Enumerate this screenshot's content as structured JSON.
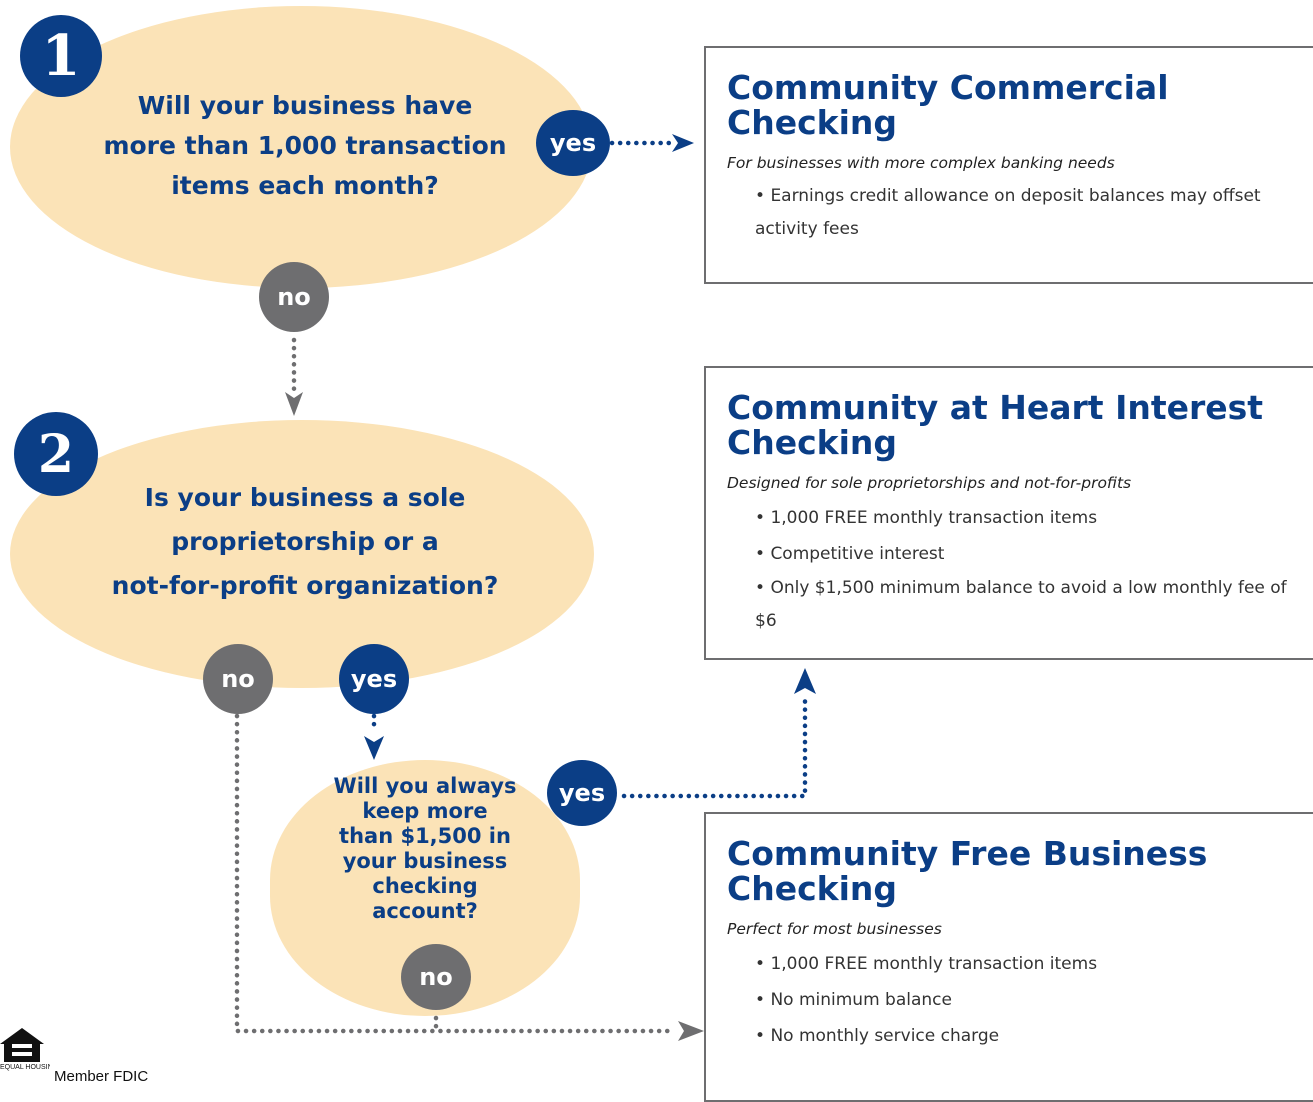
{
  "step1": {
    "number": "1",
    "question_lines": [
      "Will your business have",
      "more than 1,000 transaction",
      "items each month?"
    ],
    "yes": "yes",
    "no": "no"
  },
  "step2": {
    "number": "2",
    "question_lines": [
      "Is your business a sole",
      "proprietorship or a",
      "not-for-profit organization?"
    ],
    "no": "no",
    "yes": "yes"
  },
  "step3": {
    "question_lines": [
      "Will you always",
      "keep more",
      "than $1,500 in",
      "your business",
      "checking",
      "account?"
    ],
    "yes": "yes",
    "no": "no"
  },
  "accounts": [
    {
      "title": "Community Commercial Checking",
      "subtitle": "For businesses with more complex banking needs",
      "bullets": [
        "Earnings credit allowance on deposit balances may offset activity fees"
      ]
    },
    {
      "title": "Community at Heart Interest Checking",
      "subtitle": "Designed for sole proprietorships and not-for-profits",
      "bullets": [
        "1,000 FREE monthly transaction items",
        "Competitive interest",
        "Only $1,500 minimum balance to avoid a low monthly fee of $6"
      ]
    },
    {
      "title": "Community Free Business Checking",
      "subtitle": "Perfect for most businesses",
      "bullets": [
        "1,000 FREE monthly transaction items",
        "No minimum balance",
        "No monthly service charge"
      ]
    }
  ],
  "footer": {
    "logo_text": "EQUAL HOUSING LENDER",
    "member": "Member FDIC"
  },
  "colors": {
    "navy": "#0b3e86",
    "gray": "#6e6e70",
    "tan": "#fbe3b7"
  }
}
